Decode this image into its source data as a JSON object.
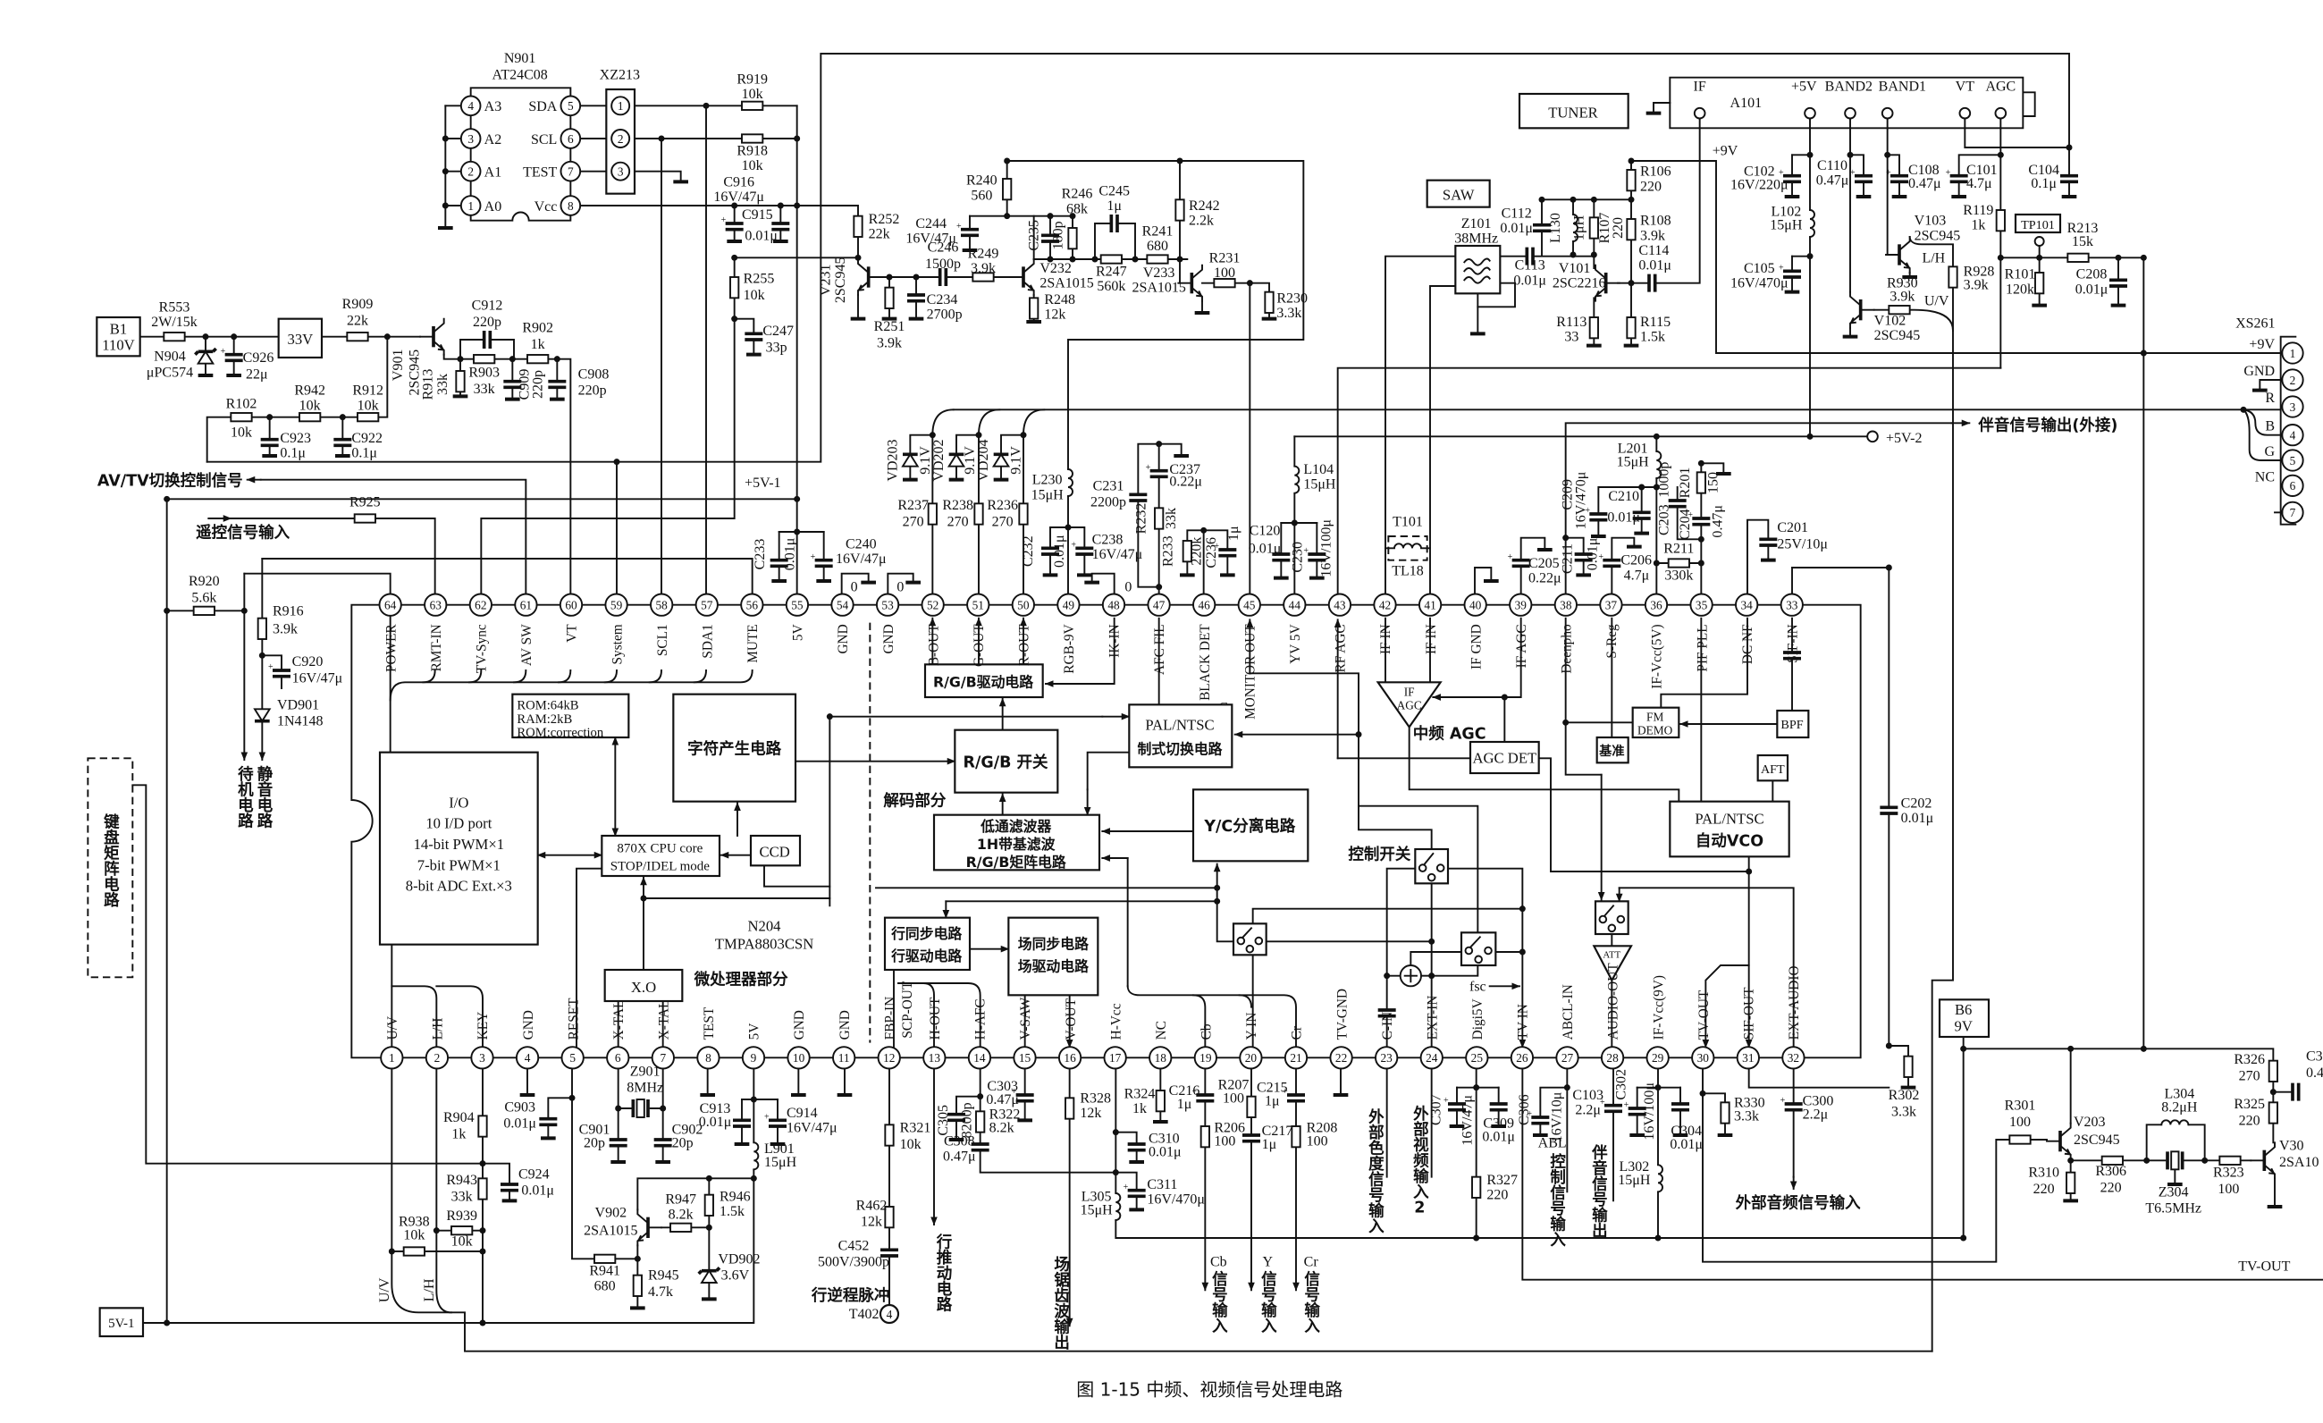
{
  "caption": "图 1-15  中频、视频信号处理电路",
  "ic": {
    "ref": "N204",
    "part": "TMPA8803CSN",
    "section_micro": "微处理器部分",
    "section_decoder": "解码部分",
    "pin12_alt": "SCP-OUT",
    "ground_marks": [
      "0",
      "0",
      "0"
    ],
    "pin46_mark": "C",
    "pins_top": [
      {
        "n": "64",
        "label": "POWER"
      },
      {
        "n": "63",
        "label": "RMT-IN"
      },
      {
        "n": "62",
        "label": "TV-Sync"
      },
      {
        "n": "61",
        "label": "AV SW"
      },
      {
        "n": "60",
        "label": "VT"
      },
      {
        "n": "59",
        "label": "System"
      },
      {
        "n": "58",
        "label": "SCL1"
      },
      {
        "n": "57",
        "label": "SDA1"
      },
      {
        "n": "56",
        "label": "MUTE"
      },
      {
        "n": "55",
        "label": "5V"
      },
      {
        "n": "54",
        "label": "GND"
      },
      {
        "n": "53",
        "label": "GND"
      },
      {
        "n": "52",
        "label": "B-OUT"
      },
      {
        "n": "51",
        "label": "G-OUT"
      },
      {
        "n": "50",
        "label": "R-OUT"
      },
      {
        "n": "49",
        "label": "RGB-9V"
      },
      {
        "n": "48",
        "label": "IK-IN"
      },
      {
        "n": "47",
        "label": "AFC FIL"
      },
      {
        "n": "46",
        "label": "BLACK DET"
      },
      {
        "n": "45",
        "label": "MONITOR OUT"
      },
      {
        "n": "44",
        "label": "YV 5V"
      },
      {
        "n": "43",
        "label": "RF AGC"
      },
      {
        "n": "42",
        "label": "IF IN"
      },
      {
        "n": "41",
        "label": "IF IN"
      },
      {
        "n": "40",
        "label": "IF GND"
      },
      {
        "n": "39",
        "label": "IF AGC"
      },
      {
        "n": "38",
        "label": "Deenpho"
      },
      {
        "n": "37",
        "label": "S-Reg"
      },
      {
        "n": "36",
        "label": "IF-Vcc(5V)"
      },
      {
        "n": "35",
        "label": "PIF PLL"
      },
      {
        "n": "34",
        "label": "DC NF"
      },
      {
        "n": "33",
        "label": "SIF-IN"
      }
    ],
    "pins_bottom": [
      {
        "n": "1",
        "label": "U/V"
      },
      {
        "n": "2",
        "label": "L/H"
      },
      {
        "n": "3",
        "label": "KEY"
      },
      {
        "n": "4",
        "label": "GND"
      },
      {
        "n": "5",
        "label": "RESET"
      },
      {
        "n": "6",
        "label": "X-TAL"
      },
      {
        "n": "7",
        "label": "X-TAL"
      },
      {
        "n": "8",
        "label": "TEST"
      },
      {
        "n": "9",
        "label": "5V"
      },
      {
        "n": "10",
        "label": "GND"
      },
      {
        "n": "11",
        "label": "GND"
      },
      {
        "n": "12",
        "label": "FBP-IN"
      },
      {
        "n": "13",
        "label": "H-OUT"
      },
      {
        "n": "14",
        "label": "H-AFC"
      },
      {
        "n": "15",
        "label": "V-SAW"
      },
      {
        "n": "16",
        "label": "V-OUT"
      },
      {
        "n": "17",
        "label": "H-Vcc"
      },
      {
        "n": "18",
        "label": "NC"
      },
      {
        "n": "19",
        "label": "Cb"
      },
      {
        "n": "20",
        "label": "Y-IN"
      },
      {
        "n": "21",
        "label": "Cr"
      },
      {
        "n": "22",
        "label": "TV-GND"
      },
      {
        "n": "23",
        "label": "C-IN"
      },
      {
        "n": "24",
        "label": "EXT-IN"
      },
      {
        "n": "25",
        "label": "Digi5V"
      },
      {
        "n": "26",
        "label": "TV IN"
      },
      {
        "n": "27",
        "label": "ABCL-IN"
      },
      {
        "n": "28",
        "label": "AUDIO-OUT"
      },
      {
        "n": "29",
        "label": "IF-Vcc(9V)"
      },
      {
        "n": "30",
        "label": "TV-OUT"
      },
      {
        "n": "31",
        "label": "SIF-OUT"
      },
      {
        "n": "32",
        "label": "EXT-AUDIO"
      }
    ]
  },
  "eeprom": {
    "ref": "N901",
    "part": "AT24C08",
    "pins_left": [
      {
        "n": "4",
        "label": "A3"
      },
      {
        "n": "3",
        "label": "A2"
      },
      {
        "n": "2",
        "label": "A1"
      },
      {
        "n": "1",
        "label": "A0"
      }
    ],
    "pins_right": [
      {
        "n": "5",
        "label": "SDA"
      },
      {
        "n": "6",
        "label": "SCL"
      },
      {
        "n": "7",
        "label": "TEST"
      },
      {
        "n": "8",
        "label": "Vcc"
      }
    ]
  },
  "connector_xz213": {
    "ref": "XZ213",
    "pins": [
      "1",
      "2",
      "3"
    ]
  },
  "tuner": {
    "box_label": "TUNER",
    "ref": "A101",
    "terminals": [
      "IF",
      "+5V",
      "BAND2",
      "BAND1",
      "VT",
      "AGC"
    ]
  },
  "saw": {
    "box_label": "SAW"
  },
  "connector_xs261": {
    "ref": "XS261",
    "pins": [
      {
        "n": "1",
        "label": "+9V"
      },
      {
        "n": "2",
        "label": "GND"
      },
      {
        "n": "3",
        "label": "R"
      },
      {
        "n": "4",
        "label": "B"
      },
      {
        "n": "5",
        "label": "G"
      },
      {
        "n": "6",
        "label": "NC"
      },
      {
        "n": "7",
        "label": ""
      }
    ]
  },
  "power": {
    "b1": {
      "ref": "B1",
      "voltage": "110V"
    },
    "regulator": "33V",
    "b6": {
      "ref": "B6",
      "voltage": "9V"
    },
    "v5_1": "5V-1"
  },
  "test_point": "TP101",
  "blocks": {
    "memory": [
      "ROM:64kB",
      "RAM:2kB",
      "ROM:correction"
    ],
    "osd": [
      "字符产生电路"
    ],
    "io": [
      "I/O",
      "10 I/D port",
      "14-bit PWM×1",
      "7-bit PWM×1",
      "8-bit ADC Ext.×3"
    ],
    "cpu": [
      "870X CPU core",
      "STOP/IDEL mode"
    ],
    "ccd": [
      "CCD"
    ],
    "xo": [
      "X.O"
    ],
    "rgb_drive": [
      "R/G/B驱动电路"
    ],
    "rgb_switch": [
      "R/G/B 开关"
    ],
    "pal_ntsc_switch": [
      "PAL/NTSC",
      "制式切换电路"
    ],
    "lpf_matrix": [
      "低通滤波器",
      "1H带基滤波",
      "R/G/B矩阵电路"
    ],
    "yc_separation": [
      "Y/C分离电路"
    ],
    "h_sync_drive": [
      "行同步电路",
      "行驱动电路"
    ],
    "v_sync_drive": [
      "场同步电路",
      "场驱动电路"
    ],
    "if_agc_amp": [
      "IF",
      "AGC"
    ],
    "agc_det": [
      "AGC DET"
    ],
    "reference": [
      "基准"
    ],
    "fm_demo": [
      "FM",
      "DEMO"
    ],
    "bpf": [
      "BPF"
    ],
    "aft": [
      "AFT"
    ],
    "vco": [
      "PAL/NTSC",
      "自动VCO"
    ],
    "att": [
      "ATT"
    ]
  },
  "annotations": {
    "av_tv_switch": "AV/TV切换控制信号",
    "plus5v_1": "+5V-1",
    "remote_input": "遥控信号输入",
    "standby_circuit": "待机电路",
    "mute_circuit": "静音电路",
    "keyboard_matrix": "键盘矩阵电路",
    "plus9v": "+9V",
    "audio_out_ext": "伴音信号输出(外接)",
    "plus5v_2": "+5V-2",
    "tuner_lh": "L/H",
    "tuner_uv": "U/V",
    "bottom_uv": "U/V",
    "bottom_lh": "L/H",
    "control_switch": "控制开关",
    "if_agc": "中频 AGC",
    "fsc": "fsc",
    "flyback_pulse": "行逆程脉冲",
    "t402": "T402",
    "t402_pin": "4",
    "h_drive_circuit": "行推动电路",
    "v_sawtooth_out": "场锯齿波输出",
    "cb_input": {
      "head": "Cb",
      "tail": "信号输入"
    },
    "y_input": {
      "head": "Y",
      "tail": "信号输入"
    },
    "cr_input": {
      "head": "Cr",
      "tail": "信号输入"
    },
    "ext_chroma_input": "外部色度信号输入",
    "ext_video_input_2": "外部视频输入2",
    "abl_control_input": {
      "head": "ABL",
      "tail": "控制信号输入"
    },
    "audio_output": "伴音信号输出",
    "ext_audio_input": "外部音频信号输入",
    "tv_out": "TV-OUT"
  },
  "components": [
    {
      "ref": "R553",
      "value": "2W/15k"
    },
    {
      "ref": "N904",
      "value": "μPC574"
    },
    {
      "ref": "C926",
      "value": "22μ"
    },
    {
      "ref": "R909",
      "value": "22k"
    },
    {
      "ref": "V901",
      "value": "2SC945"
    },
    {
      "ref": "C912",
      "value": "220p"
    },
    {
      "ref": "R903",
      "value": "33k"
    },
    {
      "ref": "R902",
      "value": "1k"
    },
    {
      "ref": "R913",
      "value": "33k"
    },
    {
      "ref": "C909",
      "value": "220p"
    },
    {
      "ref": "C908",
      "value": "220p"
    },
    {
      "ref": "R102",
      "value": "10k"
    },
    {
      "ref": "R942",
      "value": "10k"
    },
    {
      "ref": "R912",
      "value": "10k"
    },
    {
      "ref": "C923",
      "value": "0.1μ"
    },
    {
      "ref": "C922",
      "value": "0.1μ"
    },
    {
      "ref": "R919",
      "value": "10k"
    },
    {
      "ref": "R918",
      "value": "10k"
    },
    {
      "ref": "C916",
      "value": "16V/47μ"
    },
    {
      "ref": "C915",
      "value": "0.01μ"
    },
    {
      "ref": "R255",
      "value": "10k"
    },
    {
      "ref": "C247",
      "value": "33p"
    },
    {
      "ref": "R252",
      "value": "22k"
    },
    {
      "ref": "V231",
      "value": "2SC945"
    },
    {
      "ref": "R251",
      "value": "3.9k"
    },
    {
      "ref": "C234",
      "value": "2700p"
    },
    {
      "ref": "C246",
      "value": "1500p"
    },
    {
      "ref": "C244",
      "value": "16V/47μ"
    },
    {
      "ref": "R249",
      "value": "3.9k"
    },
    {
      "ref": "R240",
      "value": "560"
    },
    {
      "ref": "V232",
      "value": "2SA1015"
    },
    {
      "ref": "R248",
      "value": "12k"
    },
    {
      "ref": "C235",
      "value": "180p"
    },
    {
      "ref": "R246",
      "value": "68k"
    },
    {
      "ref": "C245",
      "value": "1μ"
    },
    {
      "ref": "R247",
      "value": "560k"
    },
    {
      "ref": "R241",
      "value": "680"
    },
    {
      "ref": "V233",
      "value": "2SA1015"
    },
    {
      "ref": "R242",
      "value": "2.2k"
    },
    {
      "ref": "R231",
      "value": "100"
    },
    {
      "ref": "R230",
      "value": "3.3k"
    },
    {
      "ref": "Z101",
      "value": "38MHz"
    },
    {
      "ref": "C112",
      "value": "0.01μ"
    },
    {
      "ref": "L130",
      "value": "1μH"
    },
    {
      "ref": "R107",
      "value": "220"
    },
    {
      "ref": "R106",
      "value": "220"
    },
    {
      "ref": "R108",
      "value": "3.9k"
    },
    {
      "ref": "C113",
      "value": "0.01μ"
    },
    {
      "ref": "V101",
      "value": "2SC2216"
    },
    {
      "ref": "C114",
      "value": "0.01μ"
    },
    {
      "ref": "R113",
      "value": "33"
    },
    {
      "ref": "R115",
      "value": "1.5k"
    },
    {
      "ref": "C102",
      "value": "16V/220μ"
    },
    {
      "ref": "C110",
      "value": "0.47μ"
    },
    {
      "ref": "C108",
      "value": "0.47μ"
    },
    {
      "ref": "C101",
      "value": "4.7μ"
    },
    {
      "ref": "C104",
      "value": "0.1μ"
    },
    {
      "ref": "L102",
      "value": "15μH"
    },
    {
      "ref": "C105",
      "value": "16V/470μ"
    },
    {
      "ref": "V103",
      "value": "2SC945"
    },
    {
      "ref": "R119",
      "value": "1k"
    },
    {
      "ref": "R213",
      "value": "15k"
    },
    {
      "ref": "R928",
      "value": "3.9k"
    },
    {
      "ref": "R930",
      "value": "3.9k"
    },
    {
      "ref": "R101",
      "value": "120k"
    },
    {
      "ref": "C208",
      "value": "0.01μ"
    },
    {
      "ref": "V102",
      "value": "2SC945"
    },
    {
      "ref": "R920",
      "value": "5.6k"
    },
    {
      "ref": "R916",
      "value": "3.9k"
    },
    {
      "ref": "C920",
      "value": "16V/47μ"
    },
    {
      "ref": "VD901",
      "value": "1N4148"
    },
    {
      "ref": "R925",
      "value": ""
    },
    {
      "ref": "C233",
      "value": "0.01μ"
    },
    {
      "ref": "C240",
      "value": "16V/47μ"
    },
    {
      "ref": "VD203",
      "value": "9.1V"
    },
    {
      "ref": "VD202",
      "value": "9.1V"
    },
    {
      "ref": "VD204",
      "value": "9.1V"
    },
    {
      "ref": "R237",
      "value": "270"
    },
    {
      "ref": "R238",
      "value": "270"
    },
    {
      "ref": "R236",
      "value": "270"
    },
    {
      "ref": "L230",
      "value": "15μH"
    },
    {
      "ref": "C232",
      "value": "0.01μ"
    },
    {
      "ref": "C238",
      "value": "16V/47μ"
    },
    {
      "ref": "C231",
      "value": "2200p"
    },
    {
      "ref": "C237",
      "value": "0.22μ"
    },
    {
      "ref": "R232",
      "value": "33k"
    },
    {
      "ref": "R233",
      "value": "220k"
    },
    {
      "ref": "C236",
      "value": "1μ"
    },
    {
      "ref": "C120",
      "value": "0.01μ"
    },
    {
      "ref": "C230",
      "value": "16V/100μ"
    },
    {
      "ref": "L104",
      "value": "15μH"
    },
    {
      "ref": "T101",
      "value": "TL18"
    },
    {
      "ref": "C205",
      "value": "0.22μ"
    },
    {
      "ref": "C209",
      "value": "16V/470μ"
    },
    {
      "ref": "C211",
      "value": "0.01μ"
    },
    {
      "ref": "C210",
      "value": "0.01μ"
    },
    {
      "ref": "L201",
      "value": "15μH"
    },
    {
      "ref": "C203",
      "value": "1000p"
    },
    {
      "ref": "R201",
      "value": "150"
    },
    {
      "ref": "C204",
      "value": "0.47μ"
    },
    {
      "ref": "C206",
      "value": "4.7μ"
    },
    {
      "ref": "R211",
      "value": "330k"
    },
    {
      "ref": "C201",
      "value": "25V/10μ"
    },
    {
      "ref": "C202",
      "value": "0.01μ"
    },
    {
      "ref": "R904",
      "value": "1k"
    },
    {
      "ref": "C903",
      "value": "0.01μ"
    },
    {
      "ref": "C924",
      "value": "0.01μ"
    },
    {
      "ref": "R943",
      "value": "33k"
    },
    {
      "ref": "R939",
      "value": "10k"
    },
    {
      "ref": "R938",
      "value": "10k"
    },
    {
      "ref": "Z901",
      "value": "8MHz"
    },
    {
      "ref": "C901",
      "value": "20p"
    },
    {
      "ref": "C902",
      "value": "20p"
    },
    {
      "ref": "C913",
      "value": "0.01μ"
    },
    {
      "ref": "C914",
      "value": "16V/47μ"
    },
    {
      "ref": "L901",
      "value": "15μH"
    },
    {
      "ref": "V902",
      "value": "2SA1015"
    },
    {
      "ref": "R947",
      "value": "8.2k"
    },
    {
      "ref": "R946",
      "value": "1.5k"
    },
    {
      "ref": "R941",
      "value": "680"
    },
    {
      "ref": "R945",
      "value": "4.7k"
    },
    {
      "ref": "VD902",
      "value": "3.6V"
    },
    {
      "ref": "R321",
      "value": "10k"
    },
    {
      "ref": "R462",
      "value": "12k"
    },
    {
      "ref": "C452",
      "value": "500V/3900p"
    },
    {
      "ref": "C305",
      "value": "8200p"
    },
    {
      "ref": "C303",
      "value": "0.47μ"
    },
    {
      "ref": "R322",
      "value": "8.2k"
    },
    {
      "ref": "C308",
      "value": "0.47μ"
    },
    {
      "ref": "R328",
      "value": "12k"
    },
    {
      "ref": "R324",
      "value": "1k"
    },
    {
      "ref": "C216",
      "value": "1μ"
    },
    {
      "ref": "R207",
      "value": "100"
    },
    {
      "ref": "C215",
      "value": "1μ"
    },
    {
      "ref": "C310",
      "value": "0.01μ"
    },
    {
      "ref": "R206",
      "value": "100"
    },
    {
      "ref": "C217",
      "value": "1μ"
    },
    {
      "ref": "R208",
      "value": "100"
    },
    {
      "ref": "C311",
      "value": "16V/470μ"
    },
    {
      "ref": "L305",
      "value": "15μH"
    },
    {
      "ref": "C307",
      "value": "16V/47μ"
    },
    {
      "ref": "C309",
      "value": "0.01μ"
    },
    {
      "ref": "R327",
      "value": "220"
    },
    {
      "ref": "C306",
      "value": "16V/10μ"
    },
    {
      "ref": "C103",
      "value": "2.2μ"
    },
    {
      "ref": "C302",
      "value": "16V/100μ"
    },
    {
      "ref": "C304",
      "value": "0.01μ"
    },
    {
      "ref": "L302",
      "value": "15μH"
    },
    {
      "ref": "R330",
      "value": "3.3k"
    },
    {
      "ref": "C300",
      "value": "2.2μ"
    },
    {
      "ref": "R302",
      "value": "3.3k"
    },
    {
      "ref": "R301",
      "value": "100"
    },
    {
      "ref": "V203",
      "value": "2SC945"
    },
    {
      "ref": "R310",
      "value": "220"
    },
    {
      "ref": "R306",
      "value": "220"
    },
    {
      "ref": "L304",
      "value": "8.2μH"
    },
    {
      "ref": "Z304",
      "value": "T6.5MHz"
    },
    {
      "ref": "R323",
      "value": "100"
    },
    {
      "ref": "R326",
      "value": "270"
    },
    {
      "ref": "C30",
      "value": "0.4"
    },
    {
      "ref": "R325",
      "value": "220"
    },
    {
      "ref": "V30",
      "value": "2SA10"
    }
  ]
}
